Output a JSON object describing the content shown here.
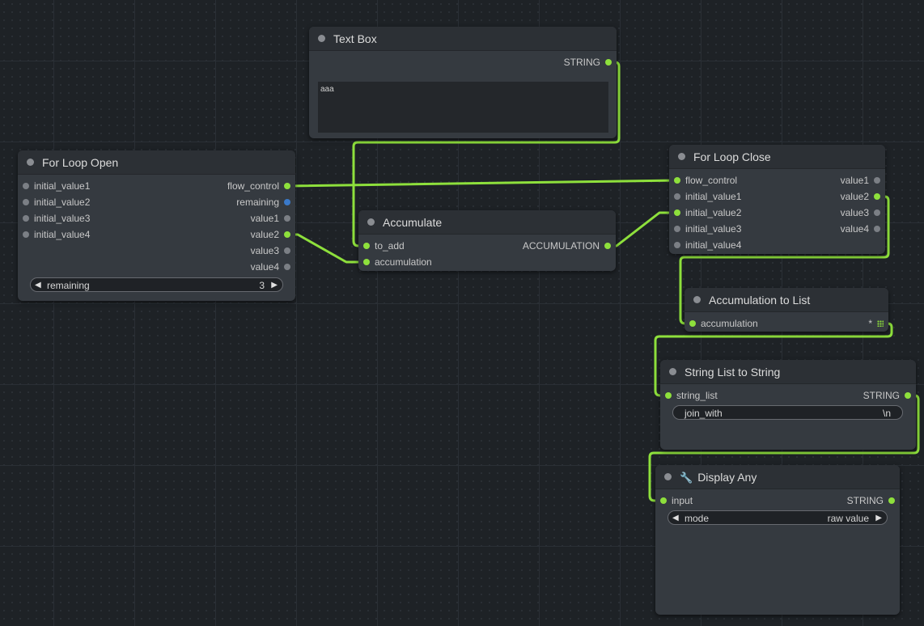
{
  "nodes": {
    "text_box": {
      "title": "Text Box",
      "outputs": [
        "STRING"
      ],
      "text_value": "aaa"
    },
    "for_loop_open": {
      "title": "For Loop Open",
      "inputs": [
        "initial_value1",
        "initial_value2",
        "initial_value3",
        "initial_value4"
      ],
      "outputs": [
        "flow_control",
        "remaining",
        "value1",
        "value2",
        "value3",
        "value4"
      ],
      "widget": {
        "label": "remaining",
        "value": "3"
      }
    },
    "accumulate": {
      "title": "Accumulate",
      "inputs": [
        "to_add",
        "accumulation"
      ],
      "outputs": [
        "ACCUMULATION"
      ]
    },
    "for_loop_close": {
      "title": "For Loop Close",
      "inputs": [
        "flow_control",
        "initial_value1",
        "initial_value2",
        "initial_value3",
        "initial_value4"
      ],
      "outputs": [
        "value1",
        "value2",
        "value3",
        "value4"
      ]
    },
    "accumulation_to_list": {
      "title": "Accumulation to List",
      "inputs": [
        "accumulation"
      ],
      "outputs": [
        "*"
      ]
    },
    "string_list_to_string": {
      "title": "String List to String",
      "inputs": [
        "string_list"
      ],
      "outputs": [
        "STRING"
      ],
      "widget": {
        "label": "join_with",
        "value": "\\n"
      }
    },
    "display_any": {
      "title": "Display Any",
      "title_icon": "wrench-icon",
      "inputs": [
        "input"
      ],
      "outputs": [
        "STRING"
      ],
      "widget": {
        "label": "mode",
        "value": "raw value"
      }
    }
  },
  "colors": {
    "link": "#8ee03c",
    "link_dark": "#7ac02f",
    "node_body": "#353a40",
    "node_title": "#2c3035",
    "canvas": "#1e2226"
  }
}
